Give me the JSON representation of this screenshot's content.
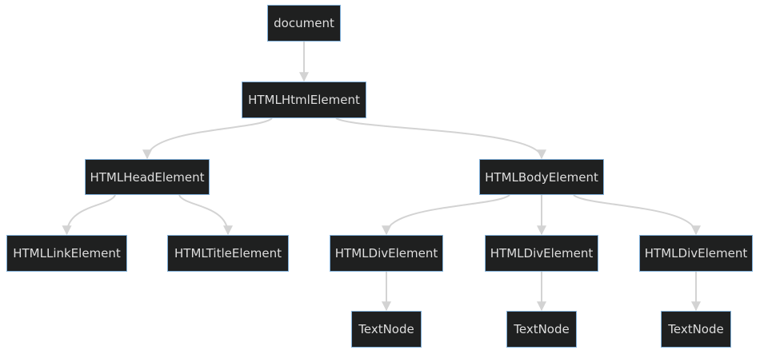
{
  "diagram": {
    "type": "tree",
    "nodes": [
      {
        "id": "document",
        "label": "document"
      },
      {
        "id": "html",
        "label": "HTMLHtmlElement"
      },
      {
        "id": "head",
        "label": "HTMLHeadElement"
      },
      {
        "id": "body",
        "label": "HTMLBodyElement"
      },
      {
        "id": "link",
        "label": "HTMLLinkElement"
      },
      {
        "id": "title",
        "label": "HTMLTitleElement"
      },
      {
        "id": "div1",
        "label": "HTMLDivElement"
      },
      {
        "id": "div2",
        "label": "HTMLDivElement"
      },
      {
        "id": "div3",
        "label": "HTMLDivElement"
      },
      {
        "id": "text1",
        "label": "TextNode"
      },
      {
        "id": "text2",
        "label": "TextNode"
      },
      {
        "id": "text3",
        "label": "TextNode"
      }
    ],
    "edges": [
      {
        "from": "document",
        "to": "html"
      },
      {
        "from": "html",
        "to": "head"
      },
      {
        "from": "html",
        "to": "body"
      },
      {
        "from": "head",
        "to": "link"
      },
      {
        "from": "head",
        "to": "title"
      },
      {
        "from": "body",
        "to": "div1"
      },
      {
        "from": "body",
        "to": "div2"
      },
      {
        "from": "body",
        "to": "div3"
      },
      {
        "from": "div1",
        "to": "text1"
      },
      {
        "from": "div2",
        "to": "text2"
      },
      {
        "from": "div3",
        "to": "text3"
      }
    ],
    "colors": {
      "node_fill": "#1f2020",
      "node_border": "#81b1db",
      "node_text": "#dddddd",
      "edge": "#d3d3d3",
      "background": "#ffffff"
    }
  }
}
